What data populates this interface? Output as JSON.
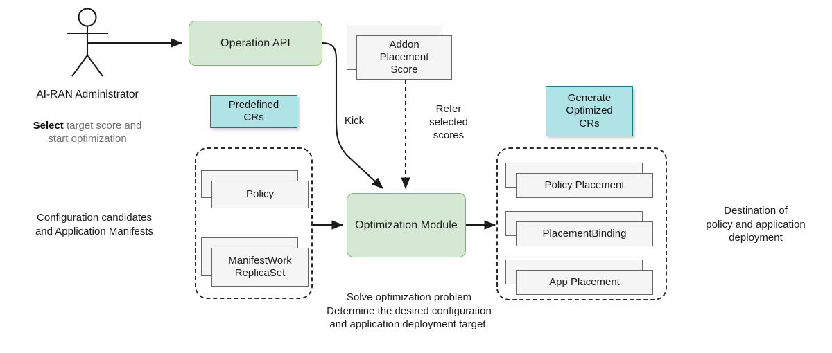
{
  "diagram": {
    "title": "AI-RAN configuration optimization flow",
    "colors": {
      "process_fill": "#d5e8d4",
      "process_stroke": "#82b366",
      "annotation_fill": "#b0e3e6",
      "annotation_stroke": "#0e8088",
      "resource_fill": "#f5f5f5",
      "resource_stroke": "#666666",
      "group_stroke": "#2b2b2b",
      "text": "#1b1b1b",
      "muted_text": "#6f6f6f",
      "background": "#ffffff"
    }
  },
  "actor": {
    "icon": "stick-figure-actor-icon",
    "name": "AI-RAN Administrator",
    "action_strong": "Select",
    "action_rest": " target score and\nstart optimization"
  },
  "nodes": {
    "operation_api": {
      "label": "Operation API",
      "type": "process"
    },
    "optimization_module": {
      "label": "Optimization Module",
      "type": "process"
    },
    "addon_placement_score": {
      "label": "Addon\nPlacement\nScore",
      "type": "resource-stack"
    },
    "policy": {
      "label": "Policy",
      "type": "resource-stack"
    },
    "manifestwork_replicaset": {
      "label": "ManifestWork\nReplicaSet",
      "type": "resource-stack"
    },
    "policy_placement": {
      "label": "Policy Placement",
      "type": "resource-stack"
    },
    "placement_binding": {
      "label": "PlacementBinding",
      "type": "resource-stack"
    },
    "app_placement": {
      "label": "App Placement",
      "type": "resource-stack"
    }
  },
  "annotations": {
    "predefined_crs": "Predefined\nCRs",
    "generate_optimized_crs": "Generate\nOptimized\nCRs"
  },
  "edges": {
    "kick": "Kick",
    "refer_selected_scores": "Refer\nselected\nscores"
  },
  "captions": {
    "left_group": "Configuration candidates\nand Application Manifests",
    "center_bottom": "Solve optimization problem\nDetermine the desired configuration\nand application deployment target.",
    "right_group": "Destination of\npolicy and application\ndeployment"
  }
}
